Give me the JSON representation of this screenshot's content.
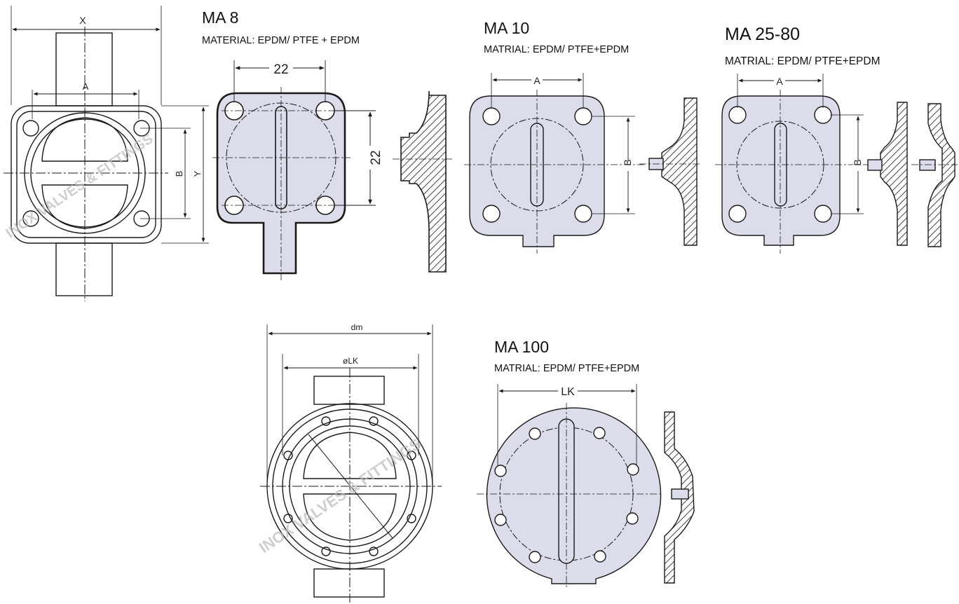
{
  "colors": {
    "outline": "#1a1a1a",
    "fill": "#dcdcea",
    "hatch": "#444444",
    "watermark": "#b9b9b9"
  },
  "watermark": {
    "text": "INOX VALVES & FITTINGS"
  },
  "top_left_body": {
    "dim_x": "X",
    "dim_a": "A",
    "dim_b": "B",
    "dim_y": "Y"
  },
  "ma8": {
    "title": "MA 8",
    "material": "MATERIAL: EPDM/ PTFE + EPDM",
    "dim_width": "22",
    "dim_height": "22"
  },
  "ma10": {
    "title": "MA 10",
    "material": "MATRIAL: EPDM/ PTFE+EPDM",
    "dim_a": "A",
    "dim_b": "B"
  },
  "ma25_80": {
    "title": "MA 25-80",
    "material": "MATRIAL: EPDM/ PTFE+EPDM",
    "dim_a": "A",
    "dim_b": "B"
  },
  "bottom_body": {
    "dim_dm": "dm",
    "dim_lk": "øLK"
  },
  "ma100": {
    "title": "MA 100",
    "material": "MATRIAL: EPDM/ PTFE+EPDM",
    "dim_lk": "LK"
  }
}
